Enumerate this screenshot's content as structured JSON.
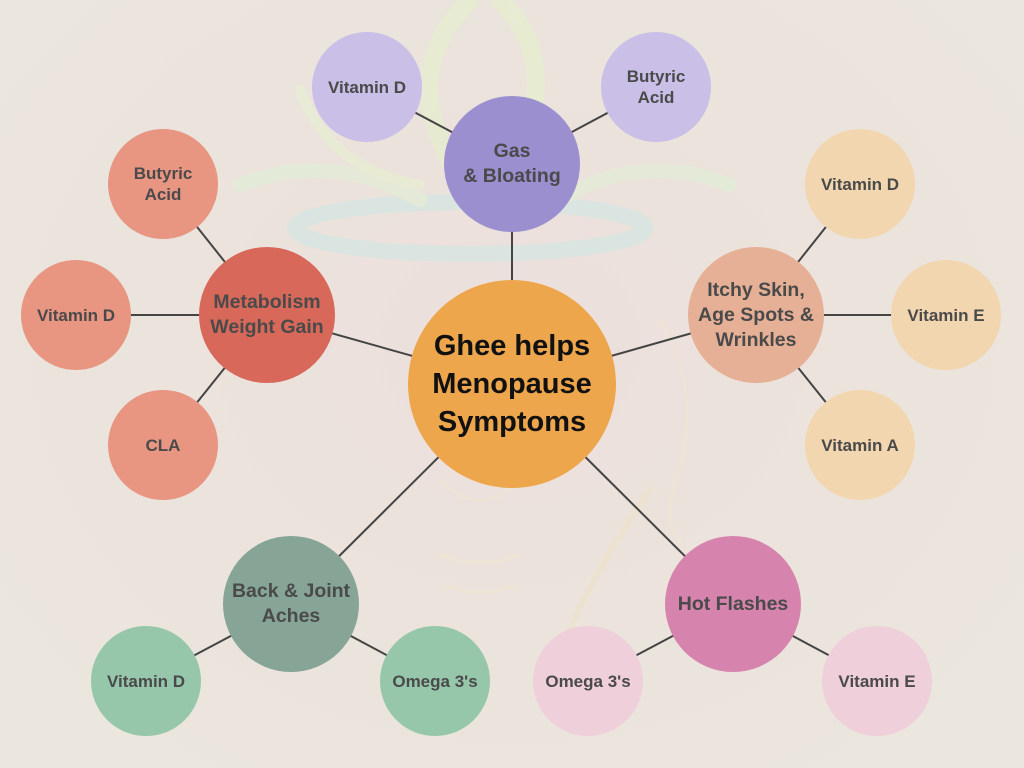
{
  "center": {
    "label": "Ghee helps\nMenopause\nSymptoms",
    "color": "#eda64c"
  },
  "hubs": [
    {
      "id": "gas",
      "label": "Gas\n& Bloating",
      "color": "#9b8fcf",
      "leaves": [
        {
          "label": "Vitamin D",
          "color": "#c9bfe7"
        },
        {
          "label": "Butyric\nAcid",
          "color": "#c9bfe7"
        }
      ]
    },
    {
      "id": "metabolism",
      "label": "Metabolism\nWeight Gain",
      "color": "#d8695a",
      "leaves": [
        {
          "label": "Butyric\nAcid",
          "color": "#e89582"
        },
        {
          "label": "Vitamin D",
          "color": "#e89582"
        },
        {
          "label": "CLA",
          "color": "#e89582"
        }
      ]
    },
    {
      "id": "skin",
      "label": "Itchy Skin,\nAge Spots &\nWrinkles",
      "color": "#e6b096",
      "leaves": [
        {
          "label": "Vitamin D",
          "color": "#f2d6b0"
        },
        {
          "label": "Vitamin E",
          "color": "#f2d6b0"
        },
        {
          "label": "Vitamin A",
          "color": "#f2d6b0"
        }
      ]
    },
    {
      "id": "joints",
      "label": "Back & Joint\nAches",
      "color": "#86a597",
      "leaves": [
        {
          "label": "Vitamin D",
          "color": "#97c7ab"
        },
        {
          "label": "Omega 3's",
          "color": "#97c7ab"
        }
      ]
    },
    {
      "id": "flashes",
      "label": "Hot Flashes",
      "color": "#d684ae",
      "leaves": [
        {
          "label": "Omega 3's",
          "color": "#efcfd9"
        },
        {
          "label": "Vitamin E",
          "color": "#efcfd9"
        }
      ]
    }
  ],
  "line_color": "#444444"
}
